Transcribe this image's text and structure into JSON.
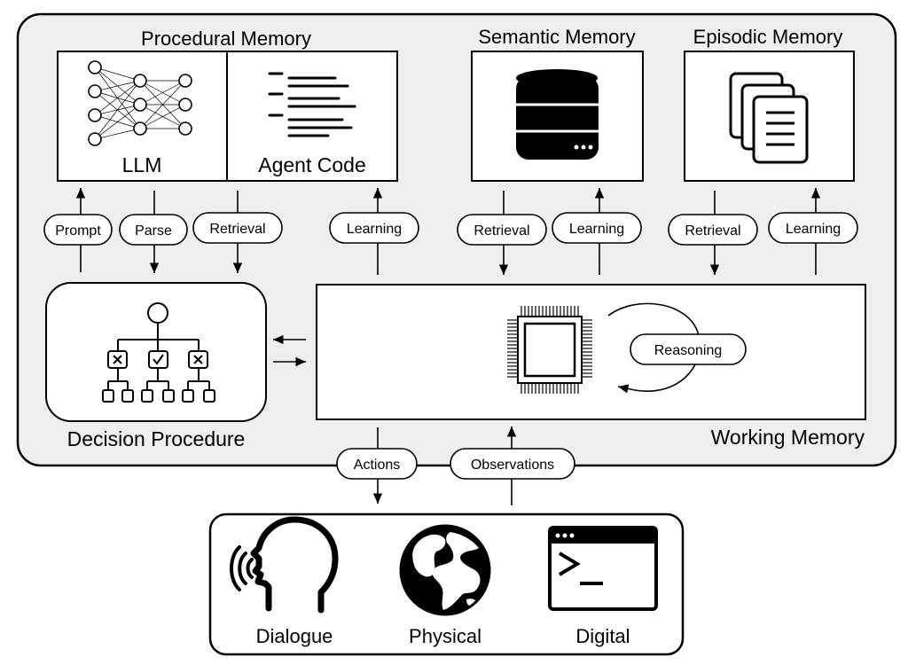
{
  "memories": {
    "procedural": {
      "title": "Procedural Memory",
      "llm_label": "LLM",
      "code_label": "Agent Code"
    },
    "semantic": {
      "title": "Semantic Memory"
    },
    "episodic": {
      "title": "Episodic Memory"
    },
    "working": {
      "title": "Working Memory"
    }
  },
  "decision": {
    "title": "Decision Procedure"
  },
  "reasoning": {
    "label": "Reasoning"
  },
  "connections": {
    "prompt": "Prompt",
    "parse": "Parse",
    "proc_retrieval": "Retrieval",
    "proc_learning": "Learning",
    "sem_retrieval": "Retrieval",
    "sem_learning": "Learning",
    "epi_retrieval": "Retrieval",
    "epi_learning": "Learning",
    "actions": "Actions",
    "observations": "Observations"
  },
  "environment": {
    "dialogue": "Dialogue",
    "physical": "Physical",
    "digital": "Digital"
  },
  "icons": [
    "neural-network-icon",
    "code-lines-icon",
    "database-icon",
    "documents-icon",
    "decision-tree-icon",
    "cpu-chip-icon",
    "speaking-head-icon",
    "globe-icon",
    "terminal-icon"
  ]
}
